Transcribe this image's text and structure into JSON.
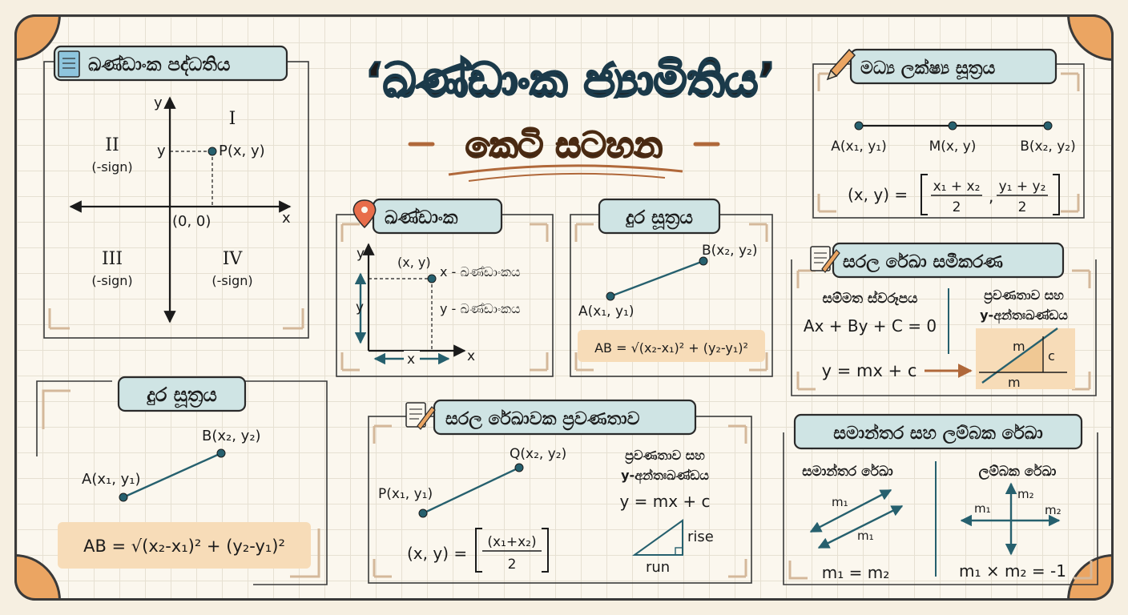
{
  "title": {
    "main": "‘ඛණ්ඩාංක ජ්‍යාමිතිය’",
    "subtitle": "කෙටි සටහන"
  },
  "panels": {
    "coord_system": {
      "heading": "ඛණ්ඩාංක පද්ධතිය",
      "q1": "I",
      "q2": "II",
      "q3": "III",
      "q4": "IV",
      "sign": "(-sign)",
      "x": "x",
      "y": "y",
      "y_mark": "y",
      "origin": "(0, 0)",
      "point": "P(x, y)"
    },
    "coordinates": {
      "heading": "ඛණ්ඩාංක",
      "point": "(x, y)",
      "x_coord": "x - ඛණ්ඩාංකය",
      "y_coord": "y - ඛණ්ඩාංකය",
      "x": "x",
      "y": "y"
    },
    "distance_top": {
      "heading": "දුර සූත්‍රය",
      "a": "A(x₁, y₁)",
      "b": "B(x₂, y₂)",
      "formula": "AB = √(x₂-x₁)² + (y₂-y₁)²"
    },
    "midpoint": {
      "heading": "මධ්‍ය ලක්ෂ්‍ය සූත්‍රය",
      "a": "A(x₁, y₁)",
      "m": "M(x, y)",
      "b": "B(x₂, y₂)",
      "lhs": "(x, y) =",
      "num1": "x₁ + x₂",
      "num2": "y₁ + y₂",
      "den": "2"
    },
    "line_eq": {
      "heading": "සරල රේඛා සමීකරණ",
      "std_title": "සම්මත ස්වරූපය",
      "std_eq": "Ax + By + C = 0",
      "slope_title_1": "ප්‍රවණතාව සහ",
      "slope_title_2": "y-අන්තඃඛණ්ඩය",
      "slope_eq": "y = mx + c",
      "m": "m",
      "c": "c"
    },
    "distance_bottom": {
      "heading": "දුර සූත්‍රය",
      "a": "A(x₁, y₁)",
      "b": "B(x₂, y₂)",
      "formula": "AB = √(x₂-x₁)² + (y₂-y₁)²"
    },
    "gradient": {
      "heading": "සරල රේඛාවක ප්‍රවණතාව",
      "p": "P(x₁, y₁)",
      "q": "Q(x₂, y₂)",
      "lhs": "(x, y) =",
      "num": "(x₁+x₂)",
      "den": "2",
      "title_1": "ප්‍රවණතාව සහ",
      "title_2": "y-අන්තඃඛණ්ඩය",
      "eq": "y = mx + c",
      "rise": "rise",
      "run": "run"
    },
    "parallel_perp": {
      "heading": "සමාන්තර සහ ලම්බක රේඛා",
      "parallel": "සමාන්තර රේඛා",
      "perpendicular": "ලම්බක රේඛා",
      "m1": "m₁",
      "m2": "m₂",
      "parallel_eq": "m₁ = m₂",
      "perp_eq": "m₁ × m₂ = -1"
    }
  },
  "colors": {
    "teal": "#26606e",
    "orange": "#eba562",
    "label_fill": "#cfe4e4",
    "formula_fill": "#f7dcb8"
  }
}
